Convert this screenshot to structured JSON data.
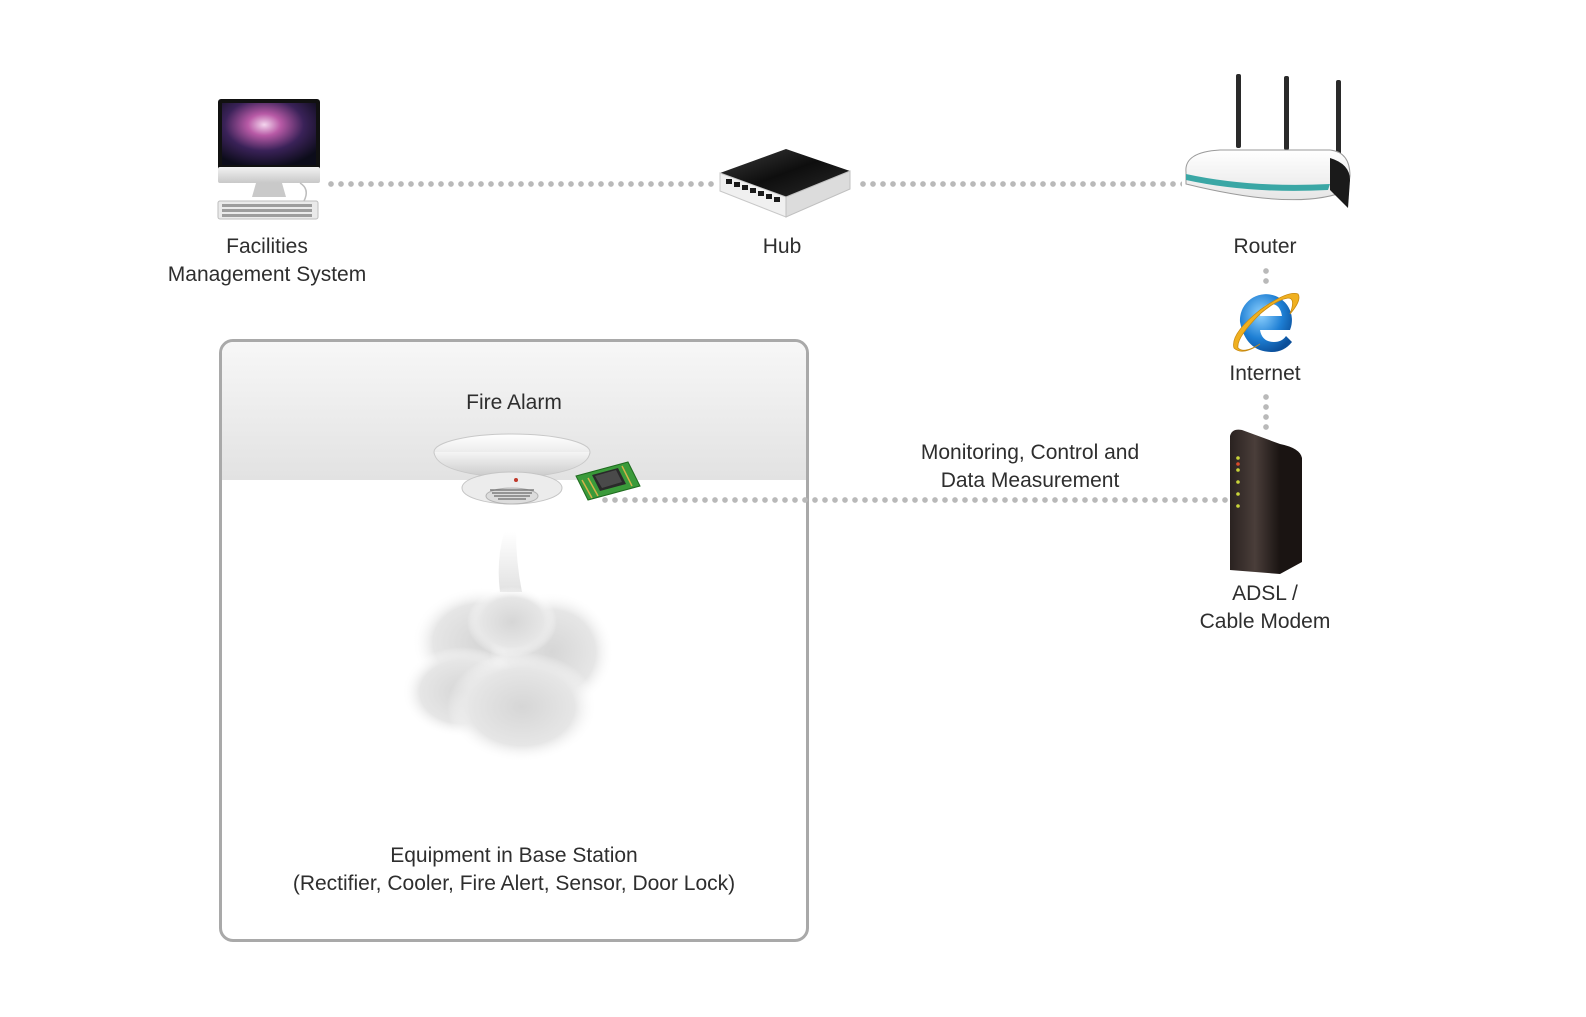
{
  "nodes": {
    "fms": {
      "line1": "Facilities",
      "line2": "Management System",
      "icon": "imac-computer-icon"
    },
    "hub": {
      "label": "Hub",
      "icon": "network-hub-icon"
    },
    "router": {
      "label": "Router",
      "icon": "wifi-router-icon"
    },
    "internet": {
      "label": "Internet",
      "icon": "internet-explorer-icon"
    },
    "modem": {
      "line1": "ADSL /",
      "line2": "Cable Modem",
      "icon": "cable-modem-icon"
    },
    "fire_alarm": {
      "label": "Fire Alarm",
      "icon": "smoke-detector-icon"
    }
  },
  "link": {
    "line1": "Monitoring, Control and",
    "line2": "Data Measurement"
  },
  "base_station": {
    "line1": "Equipment in Base Station",
    "line2": "(Rectifier, Cooler, Fire Alert, Sensor, Door Lock)"
  },
  "colors": {
    "connector": "#b9b9b9",
    "box_border": "#a9a9a9",
    "router_stripe": "#3aa7a5",
    "chip": "#3a9a3a"
  }
}
